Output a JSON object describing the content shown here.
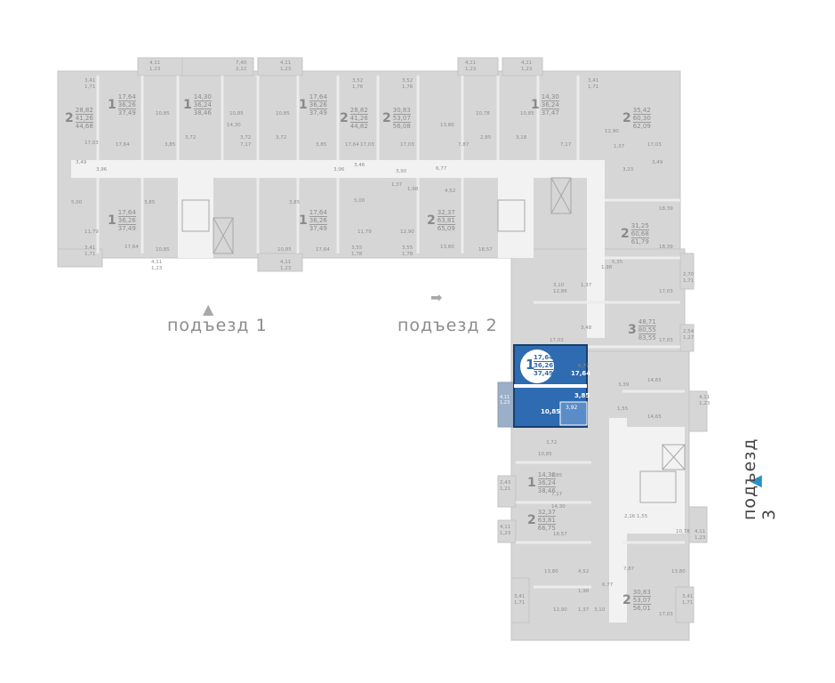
{
  "entrances": [
    {
      "label": "подъезд 1",
      "arrow": "▲"
    },
    {
      "label": "подъезд 2",
      "arrow": "➡"
    },
    {
      "label": "подъезд 3",
      "arrow": "◀"
    }
  ],
  "colors": {
    "building": "#d9d9d9",
    "wall": "#e8e8e8",
    "outline": "#bfbfbf",
    "text": "#8a8a8a",
    "selected": "#2e6bb0",
    "selected_text": "#ffffff",
    "entrance3_arrow": "#2a8fc9"
  },
  "selected_apartment": {
    "rooms": "1",
    "areas": [
      "17,64",
      "36,26",
      "37,49"
    ],
    "living": "17,64",
    "kitchen": "10,85",
    "hall": "3,85",
    "bath": "3,92",
    "balcony": [
      "4,11",
      "1,23"
    ]
  },
  "apartments": [
    {
      "rooms": "2",
      "areas": [
        "28,82",
        "41,26",
        "44,68"
      ]
    },
    {
      "rooms": "1",
      "areas": [
        "17,64",
        "36,26",
        "37,49"
      ]
    },
    {
      "rooms": "1",
      "areas": [
        "14,30",
        "36,24",
        "38,46"
      ]
    },
    {
      "rooms": "1",
      "areas": [
        "17,64",
        "36,26",
        "37,49"
      ]
    },
    {
      "rooms": "2",
      "areas": [
        "28,82",
        "41,26",
        "44,82"
      ]
    },
    {
      "rooms": "2",
      "areas": [
        "30,83",
        "53,07",
        "56,08"
      ]
    },
    {
      "rooms": "1",
      "areas": [
        "14,30",
        "36,24",
        "37,47"
      ]
    },
    {
      "rooms": "2",
      "areas": [
        "35,42",
        "60,30",
        "62,09"
      ]
    },
    {
      "rooms": "1",
      "areas": [
        "17,64",
        "36,26",
        "37,49"
      ]
    },
    {
      "rooms": "1",
      "areas": [
        "17,64",
        "36,26",
        "37,49"
      ]
    },
    {
      "rooms": "2",
      "areas": [
        "32,37",
        "63,81",
        "65,09"
      ]
    },
    {
      "rooms": "2",
      "areas": [
        "31,25",
        "60,68",
        "61,79"
      ]
    },
    {
      "rooms": "3",
      "areas": [
        "48,71",
        "80,55",
        "83,55"
      ]
    },
    {
      "rooms": "1",
      "areas": [
        "14,30",
        "36,24",
        "38,46"
      ]
    },
    {
      "rooms": "2",
      "areas": [
        "32,37",
        "63,81",
        "66,75"
      ]
    },
    {
      "rooms": "2",
      "areas": [
        "30,83",
        "53,07",
        "56,01"
      ]
    }
  ],
  "room_labels": [
    "3,41",
    "1,71",
    "4,11",
    "1,23",
    "7,40",
    "2,22",
    "4,11",
    "1,23",
    "3,52",
    "1,76",
    "3,52",
    "1,76",
    "4,11",
    "1,23",
    "4,11",
    "1,23",
    "3,41",
    "1,71",
    "10,85",
    "14,30",
    "10,85",
    "10,85",
    "13,80",
    "10,78",
    "10,85",
    "12,90",
    "17,03",
    "17,64",
    "3,85",
    "7,17",
    "3,85",
    "17,64",
    "17,03",
    "17,03",
    "7,87",
    "7,17",
    "17,03",
    "3,72",
    "3,72",
    "3,72",
    "2,85",
    "3,18",
    "1,37",
    "3,49",
    "3,49",
    "3,96",
    "3,96",
    "3,46",
    "3,90",
    "6,77",
    "3,23",
    "5,00",
    "3,85",
    "3,85",
    "5,00",
    "1,37",
    "1,98",
    "4,52",
    "18,39",
    "11,79",
    "17,64",
    "10,85",
    "10,85",
    "17,64",
    "11,79",
    "12,90",
    "13,80",
    "18,57",
    "18,39",
    "3,41",
    "1,71",
    "4,11",
    "1,23",
    "4,11",
    "1,23",
    "3,55",
    "1,78",
    "3,55",
    "1,78",
    "5,35",
    "1,98",
    "12,86",
    "3,10",
    "1,37",
    "17,03",
    "2,70",
    "1,71",
    "3,48",
    "17,03",
    "2,54",
    "1,27",
    "17,03",
    "6,77",
    "14,65",
    "3,39",
    "14,65",
    "4,11",
    "1,23",
    "1,55",
    "3,72",
    "10,85",
    "3,85",
    "7,17",
    "14,30",
    "2,43",
    "1,21",
    "18,57",
    "4,11",
    "1,23",
    "2,16",
    "1,55",
    "10,78",
    "4,11",
    "1,23",
    "7,87",
    "13,80",
    "13,80",
    "4,52",
    "6,77",
    "1,98",
    "3,41",
    "1,71",
    "12,90",
    "1,37",
    "3,10",
    "17,03",
    "3,41",
    "1,71"
  ]
}
